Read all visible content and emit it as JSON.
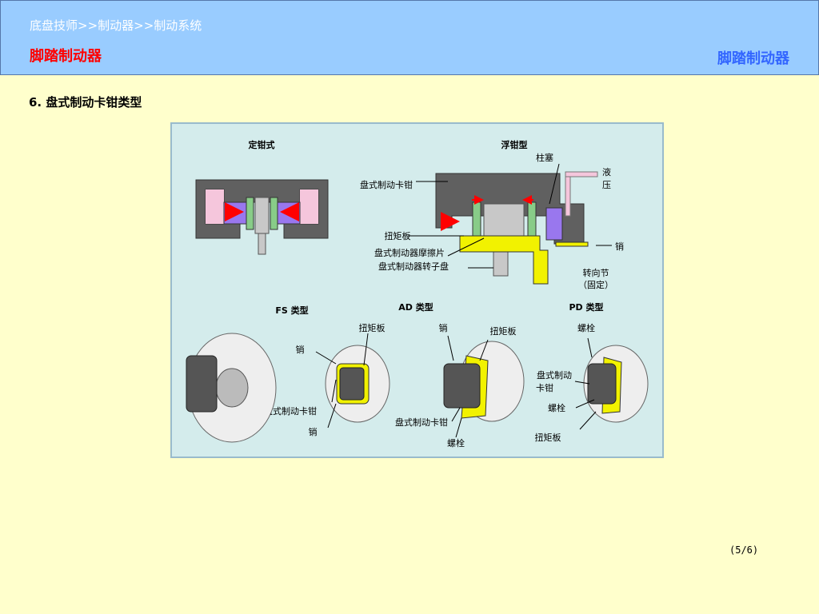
{
  "header": {
    "breadcrumb": "底盘技师>>制动器>>制动系统",
    "title_left": "脚踏制动器",
    "title_right": "脚踏制动器",
    "colors": {
      "bar": "#99ccff",
      "title_left": "#ff0000",
      "title_right": "#3366ff"
    }
  },
  "section_title": "6.  盘式制动卡钳类型",
  "figure": {
    "fixed": {
      "heading": "定钳式"
    },
    "floating": {
      "heading": "浮钳型",
      "labels": {
        "piston": "柱塞",
        "hydraulic_1": "液",
        "hydraulic_2": "压",
        "caliper": "盘式制动卡钳",
        "torque_plate": "扭矩板",
        "pin": "销",
        "pad": "盘式制动器摩擦片",
        "rotor": "盘式制动器转子盘",
        "knuckle_1": "转向节",
        "knuckle_2": "（固定）"
      }
    },
    "fs": {
      "heading": "FS 类型",
      "pin_top": "销",
      "torque_plate": "扭矩板",
      "caliper": "盘式制动卡钳",
      "pin_bottom": "销"
    },
    "ad": {
      "heading": "AD 类型",
      "pin": "销",
      "torque_plate": "扭矩板",
      "caliper": "盘式制动卡钳",
      "bolt": "螺栓"
    },
    "pd": {
      "heading": "PD 类型",
      "bolt_top": "螺栓",
      "caliper_1": "盘式制动",
      "caliper_2": "卡钳",
      "bolt_mid": "螺栓",
      "torque_plate": "扭矩板"
    }
  },
  "page_number": "(5/6)"
}
